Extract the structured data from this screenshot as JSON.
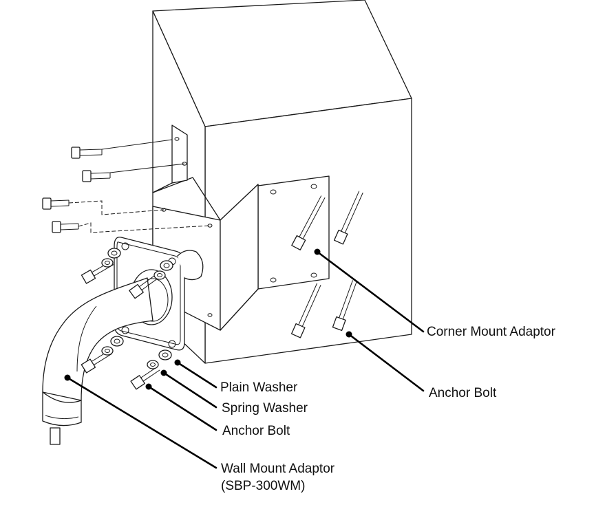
{
  "labels": {
    "corner_mount_adaptor": "Corner Mount Adaptor",
    "anchor_bolt_right": "Anchor Bolt",
    "plain_washer": "Plain Washer",
    "spring_washer": "Spring Washer",
    "anchor_bolt_left": "Anchor Bolt",
    "wall_mount_adaptor": "Wall Mount Adaptor",
    "wall_mount_model": "(SBP-300WM)"
  },
  "colors": {
    "line": "#1a1a1a",
    "leader": "#000000",
    "background": "#ffffff"
  }
}
